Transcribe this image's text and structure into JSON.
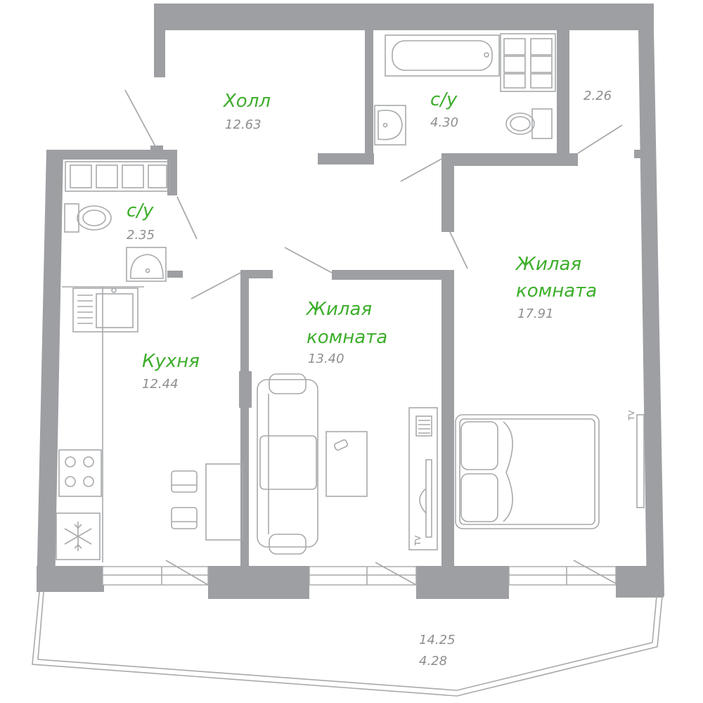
{
  "colors": {
    "wall": "#9d9fa2",
    "fixture": "#a7a9ac",
    "room_name": "#3dae2b",
    "area_text": "#8c8e90"
  },
  "rooms": {
    "hall": {
      "name": "Холл",
      "area": "12.63"
    },
    "bath_main": {
      "name": "с/у",
      "area": "4.30"
    },
    "bath_small": {
      "name": "с/у",
      "area": "2.35"
    },
    "closet": {
      "area": "2.26"
    },
    "kitchen": {
      "name": "Кухня",
      "area": "12.44"
    },
    "living": {
      "name_line1": "Жилая",
      "name_line2": "комната",
      "area": "13.40"
    },
    "bedroom": {
      "name_line1": "Жилая",
      "name_line2": "комната",
      "area": "17.91"
    },
    "balcony": {
      "area_line1": "14.25",
      "area_line2": "4.28"
    }
  },
  "labels": {
    "tv_living": "TV",
    "tv_bedroom": "TV"
  }
}
